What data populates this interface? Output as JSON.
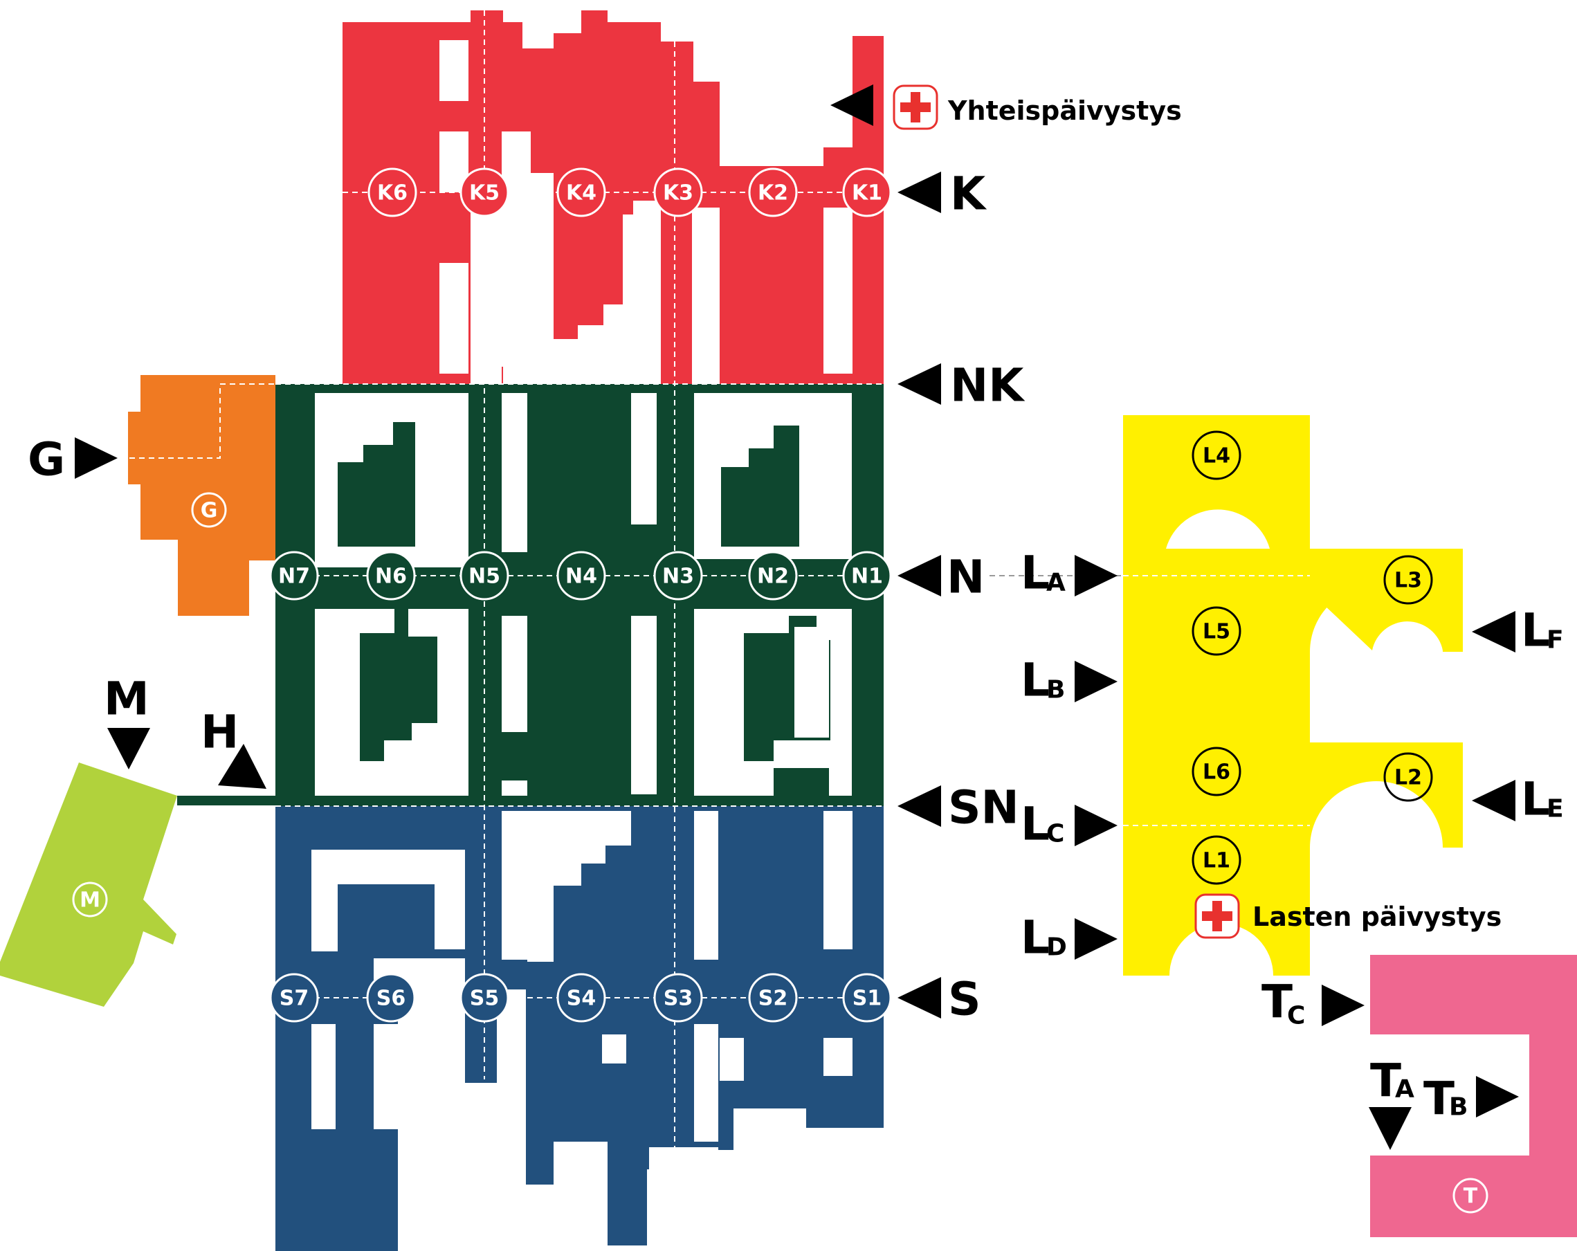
{
  "colors": {
    "k_zone": "#ec3540",
    "n_zone": "#0e472f",
    "s_zone": "#22507d",
    "g_zone": "#f07a22",
    "m_zone": "#b1d23c",
    "l_zone": "#fff000",
    "t_zone": "#ef6790",
    "emergency_red": "#e8312e"
  },
  "points_of_interest": {
    "adult_emergency": "Yhteispäivystys",
    "children_emergency": "Lasten päivystys",
    "icon": "red-cross-icon"
  },
  "entrances": {
    "K": "K",
    "NK": "NK",
    "N": "N",
    "SN": "SN",
    "S": "S",
    "G": "G",
    "M": "M",
    "H": "H",
    "LA_main": "L",
    "LA_sub": "A",
    "LB_main": "L",
    "LB_sub": "B",
    "LC_main": "L",
    "LC_sub": "C",
    "LD_main": "L",
    "LD_sub": "D",
    "LE_main": "L",
    "LE_sub": "E",
    "LF_main": "L",
    "LF_sub": "F",
    "TA_main": "T",
    "TA_sub": "A",
    "TB_main": "T",
    "TB_sub": "B",
    "TC_main": "T",
    "TC_sub": "C"
  },
  "nodes": {
    "k": [
      "K6",
      "K5",
      "K4",
      "K3",
      "K2",
      "K1"
    ],
    "n": [
      "N7",
      "N6",
      "N5",
      "N4",
      "N3",
      "N2",
      "N1"
    ],
    "s": [
      "S7",
      "S6",
      "S5",
      "S4",
      "S3",
      "S2",
      "S1"
    ],
    "l": [
      "L4",
      "L3",
      "L5",
      "L6",
      "L2",
      "L1"
    ],
    "g": "G",
    "m": "M",
    "t": "T"
  }
}
